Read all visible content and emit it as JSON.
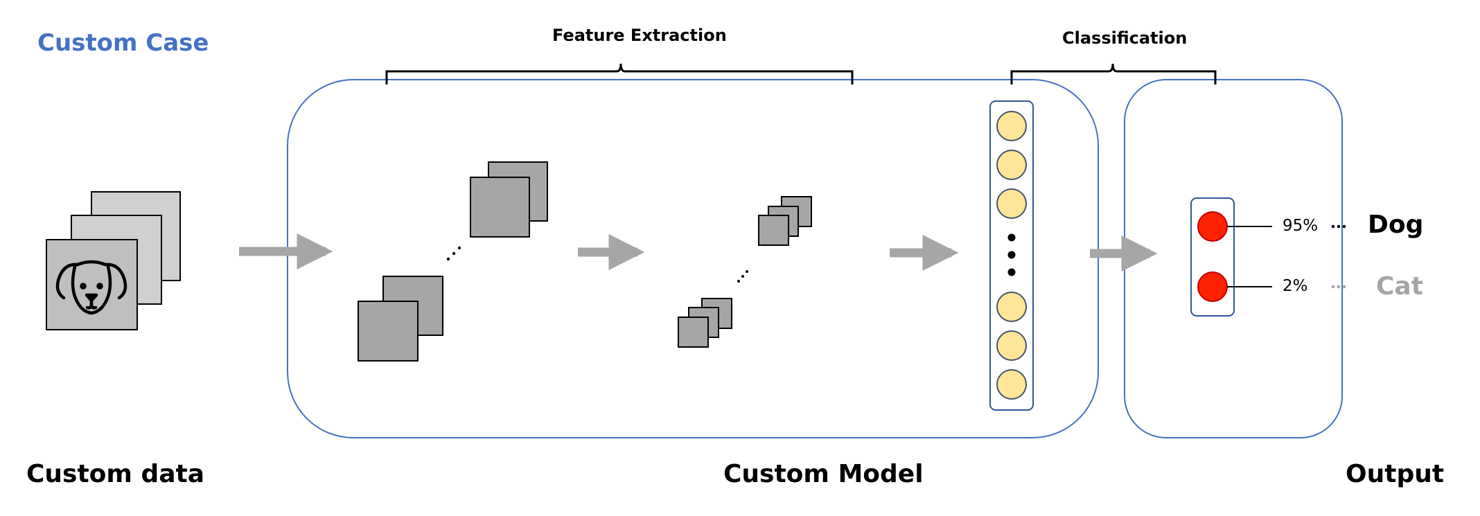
{
  "title": "Custom Case",
  "sections": {
    "feature_extraction": "Feature Extraction",
    "classification": "Classification"
  },
  "bottom_labels": {
    "data": "Custom data",
    "model": "Custom Model",
    "output": "Output"
  },
  "outputs": [
    {
      "percent": "95%",
      "label": "Dog"
    },
    {
      "percent": "2%",
      "label": "Cat"
    }
  ],
  "colors": {
    "title": "#4472C4",
    "container_border": "#4472C4",
    "feature_map": "#A6A6A6",
    "neuron": "#FFE699",
    "output_neuron": "#FF2200",
    "arrow": "#A6A6A6",
    "inactive_label": "#A6A6A6"
  },
  "icons": {
    "input_image": "dog-face-icon"
  }
}
